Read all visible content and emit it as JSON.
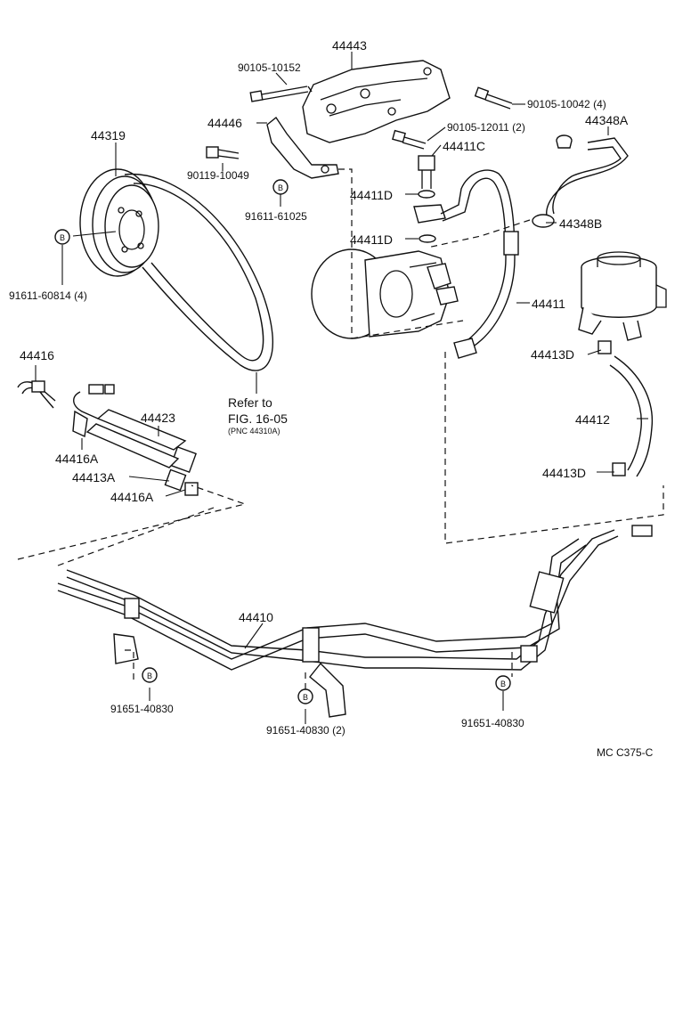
{
  "labels": {
    "l44443": "44443",
    "l90105_10152": "90105-10152",
    "l90105_10042": "90105-10042 (4)",
    "l44348A": "44348A",
    "l44446": "44446",
    "l90105_12011": "90105-12011 (2)",
    "l44411C": "44411C",
    "l44319": "44319",
    "l90119_10049": "90119-10049",
    "l91611_61025": "91611-61025",
    "l44411D_a": "44411D",
    "l44348B": "44348B",
    "l44411D_b": "44411D",
    "l91611_60814": "91611-60814 (4)",
    "l44411": "44411",
    "l44416": "44416",
    "l44413D_a": "44413D",
    "refer_line1": "Refer to",
    "refer_line2": "FIG. 16-05",
    "refer_line3": "(PNC 44310A)",
    "l44423": "44423",
    "l44412": "44412",
    "l44416A_a": "44416A",
    "l44413A": "44413A",
    "l44413D_b": "44413D",
    "l44416A_b": "44416A",
    "l44410": "44410",
    "l91651_40830_a": "91651-40830",
    "l91651_40830_b": "91651-40830 (2)",
    "l91651_40830_c": "91651-40830",
    "ref_code": "MC  C375-C"
  },
  "badge_letter": "B",
  "icons": [
    "pulley-icon",
    "belt-icon",
    "pump-icon",
    "bracket-icon",
    "reservoir-icon",
    "hose-icon",
    "bolt-icon",
    "clamp-icon",
    "pipe-icon",
    "bolt-marker-b-icon"
  ]
}
